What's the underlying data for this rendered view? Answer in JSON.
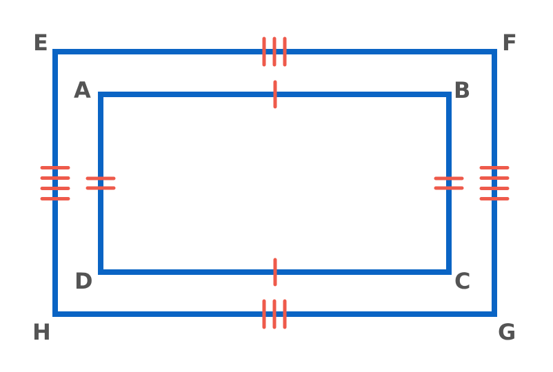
{
  "colors": {
    "rectangle_stroke": "#0a64c4",
    "tick_marks": "#ee5a4b",
    "labels": "#545454",
    "background": "#ffffff"
  },
  "outer_rectangle": {
    "labels": {
      "E": "E",
      "F": "F",
      "G": "G",
      "H": "H"
    },
    "tick_marks": {
      "top_side": 3,
      "bottom_side": 3,
      "left_side": 4,
      "right_side": 4
    }
  },
  "inner_rectangle": {
    "labels": {
      "A": "A",
      "B": "B",
      "C": "C",
      "D": "D"
    },
    "tick_marks": {
      "top_side": 1,
      "bottom_side": 1,
      "left_side": 2,
      "right_side": 2
    }
  }
}
